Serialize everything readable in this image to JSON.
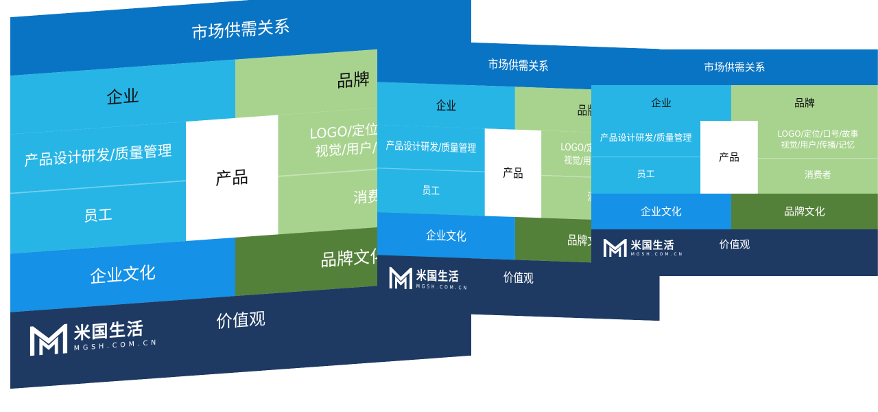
{
  "diagram": {
    "title": "市场供需关系",
    "enterprise": "企业",
    "brand": "品牌",
    "product": "产品",
    "design": "产品设计研发/质量管理",
    "employees": "员工",
    "brand_elements": "LOGO/定位/口号/故事\n视觉/用户/传播/记忆",
    "consumers": "消费者",
    "enterprise_culture": "企业文化",
    "brand_culture": "品牌文化",
    "values": "价值观"
  },
  "logo": {
    "name_cn": "米国生活",
    "name_en": "MGSH.COM.CN"
  },
  "colors": {
    "title_blue": "#0a74c4",
    "enterprise_cyan": "#27b5e6",
    "brand_green": "#a8d38f",
    "enterprise_culture_blue": "#1591e7",
    "brand_culture_green": "#54813a",
    "values_navy": "#1e3a63"
  }
}
